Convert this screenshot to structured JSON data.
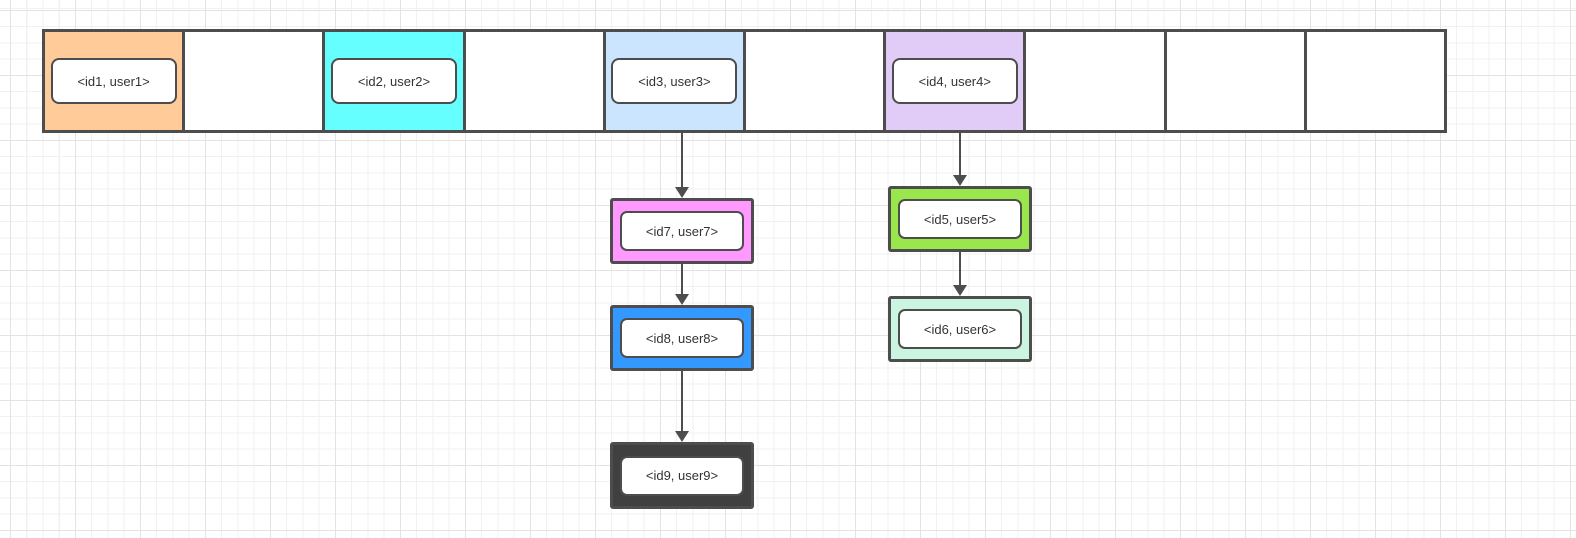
{
  "canvas": {
    "background": "#ffffff",
    "grid_minor_color": "#f1f1f1",
    "grid_major_color": "#e3e3e3"
  },
  "colors": {
    "shape_border": "#4d4d4d",
    "text": "#333333",
    "connector": "#4d4d4d"
  },
  "array": {
    "buckets": [
      {
        "label": "<id1, user1>",
        "fill": "#ffcc99"
      },
      {
        "label": "",
        "fill": "#ffffff"
      },
      {
        "label": "<id2, user2>",
        "fill": "#66ffff"
      },
      {
        "label": "",
        "fill": "#ffffff"
      },
      {
        "label": "<id3, user3>",
        "fill": "#cce5ff"
      },
      {
        "label": "",
        "fill": "#ffffff"
      },
      {
        "label": "<id4, user4>",
        "fill": "#e1ccf7"
      },
      {
        "label": "",
        "fill": "#ffffff"
      },
      {
        "label": "",
        "fill": "#ffffff"
      },
      {
        "label": "",
        "fill": "#ffffff"
      }
    ]
  },
  "chains": [
    {
      "from_bucket": "<id3, user3>",
      "nodes": [
        {
          "label": "<id7, user7>",
          "fill": "#ff99ff"
        },
        {
          "label": "<id8, user8>",
          "fill": "#3399ff"
        },
        {
          "label": "<id9, user9>",
          "fill": "#404040"
        }
      ]
    },
    {
      "from_bucket": "<id4, user4>",
      "nodes": [
        {
          "label": "<id5, user5>",
          "fill": "#99e64d"
        },
        {
          "label": "<id6, user6>",
          "fill": "#ccf5e1"
        }
      ]
    }
  ]
}
